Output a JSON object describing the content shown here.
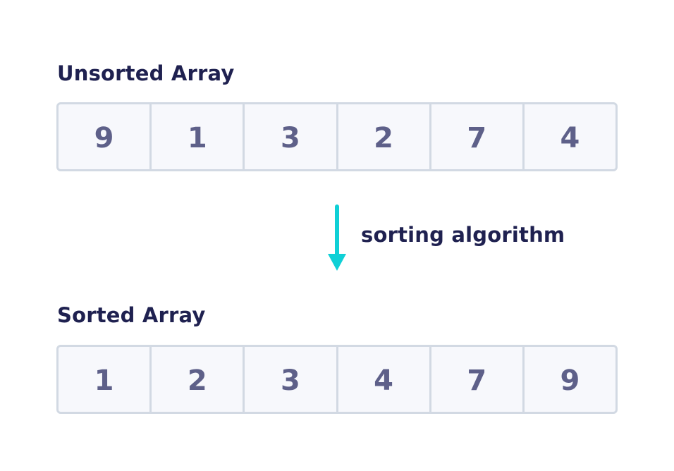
{
  "unsorted": {
    "title": "Unsorted Array",
    "values": [
      "9",
      "1",
      "3",
      "2",
      "7",
      "4"
    ]
  },
  "sorted": {
    "title": "Sorted Array",
    "values": [
      "1",
      "2",
      "3",
      "4",
      "7",
      "9"
    ]
  },
  "arrow": {
    "label": "sorting algorithm",
    "icon": "arrow-down-icon",
    "color": "#0fd0d6"
  },
  "colors": {
    "heading": "#1f2150",
    "cell_text": "#5e6089",
    "cell_bg": "#f7f8fc",
    "border": "#d2d9e3"
  }
}
